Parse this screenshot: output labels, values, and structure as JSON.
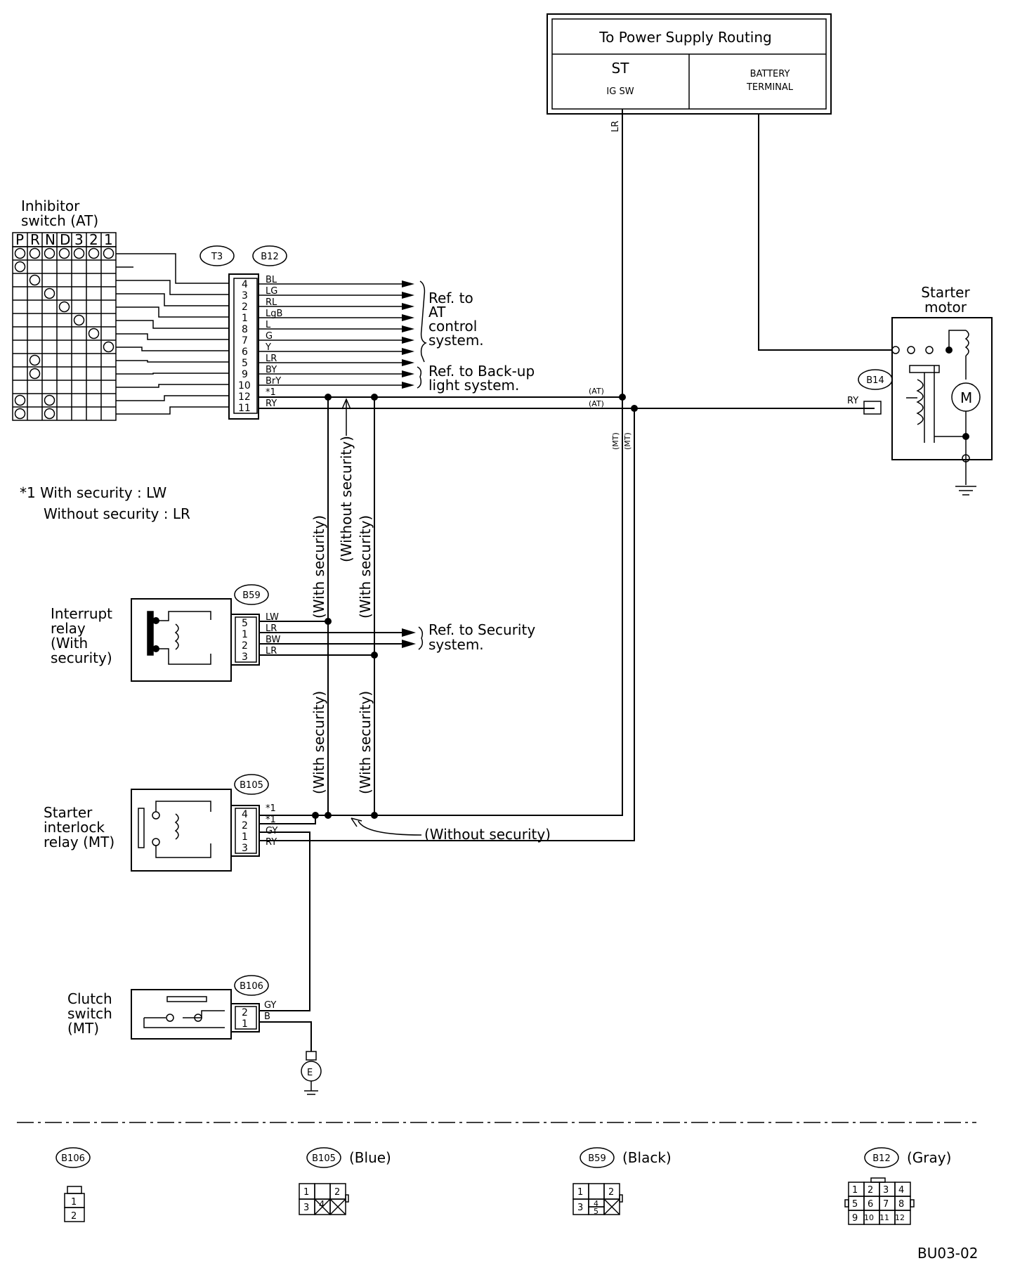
{
  "power_box": {
    "title": "To Power Supply Routing",
    "st": "ST",
    "igsw": "IG SW",
    "battery": "BATTERY",
    "terminal": "TERMINAL",
    "lr_wire": "LR"
  },
  "inhibitor": {
    "line1": "Inhibitor",
    "line2": "switch (AT)",
    "positions": [
      "P",
      "R",
      "N",
      "D",
      "3",
      "2",
      "1"
    ]
  },
  "connectors": {
    "t3": "T3",
    "b12": "B12",
    "b14": "B14",
    "b59": "B59",
    "b105": "B105",
    "b106": "B106"
  },
  "b12_pins": [
    {
      "pin": "4",
      "wire": "BL"
    },
    {
      "pin": "3",
      "wire": "LG"
    },
    {
      "pin": "2",
      "wire": "RL"
    },
    {
      "pin": "1",
      "wire": "LgB"
    },
    {
      "pin": "8",
      "wire": "L"
    },
    {
      "pin": "7",
      "wire": "G"
    },
    {
      "pin": "6",
      "wire": "Y"
    },
    {
      "pin": "5",
      "wire": "LR"
    },
    {
      "pin": "9",
      "wire": "BY"
    },
    {
      "pin": "10",
      "wire": "BrY"
    },
    {
      "pin": "12",
      "wire": "*1"
    },
    {
      "pin": "11",
      "wire": "RY"
    }
  ],
  "refs": {
    "at1": "Ref. to",
    "at2": "AT",
    "at3": "control",
    "at4": "system.",
    "bk1": "Ref. to Back-up",
    "bk2": "light system.",
    "sec1": "Ref. to Security",
    "sec2": "system."
  },
  "starter": {
    "line1": "Starter",
    "line2": "motor",
    "ry": "RY",
    "m": "M"
  },
  "note": {
    "line1": "*1 With security      : LW",
    "line2": "Without security : LR"
  },
  "interrupt": {
    "l1": "Interrupt",
    "l2": "relay",
    "l3": "(With",
    "l4": "security)",
    "pins": [
      {
        "pin": "5",
        "wire": "LW"
      },
      {
        "pin": "1",
        "wire": "LR"
      },
      {
        "pin": "2",
        "wire": "BW"
      },
      {
        "pin": "3",
        "wire": "LR"
      }
    ]
  },
  "interlock": {
    "l1": "Starter",
    "l2": "interlock",
    "l3": "relay (MT)",
    "pins": [
      {
        "pin": "4",
        "wire": "*1"
      },
      {
        "pin": "2",
        "wire": "*1"
      },
      {
        "pin": "1",
        "wire": "GY"
      },
      {
        "pin": "3",
        "wire": "RY"
      }
    ]
  },
  "clutch": {
    "l1": "Clutch",
    "l2": "switch",
    "l3": "(MT)",
    "pins": [
      {
        "pin": "2",
        "wire": "GY"
      },
      {
        "pin": "1",
        "wire": "B"
      }
    ]
  },
  "wire_tags": {
    "at_a": "(AT)",
    "at_b": "(AT)",
    "mt_a": "(MT)",
    "mt_b": "(MT)",
    "with_sec": "(With security)",
    "without_sec": "(Without security)"
  },
  "ground": "E",
  "legend": {
    "b106": "B106",
    "b105": "B105",
    "b105_color": "(Blue)",
    "b59": "B59",
    "b59_color": "(Black)",
    "b12": "B12",
    "b12_color": "(Gray)",
    "b106_cells": [
      "1",
      "2"
    ],
    "b105_cells": [
      "1",
      "2",
      "3",
      "4"
    ],
    "b59_cells": [
      "1",
      "2",
      "3",
      "4",
      "5"
    ],
    "b12_cells": [
      "1",
      "2",
      "3",
      "4",
      "5",
      "6",
      "7",
      "8",
      "9",
      "10",
      "11",
      "12"
    ]
  },
  "figure_code": "BU03-02"
}
